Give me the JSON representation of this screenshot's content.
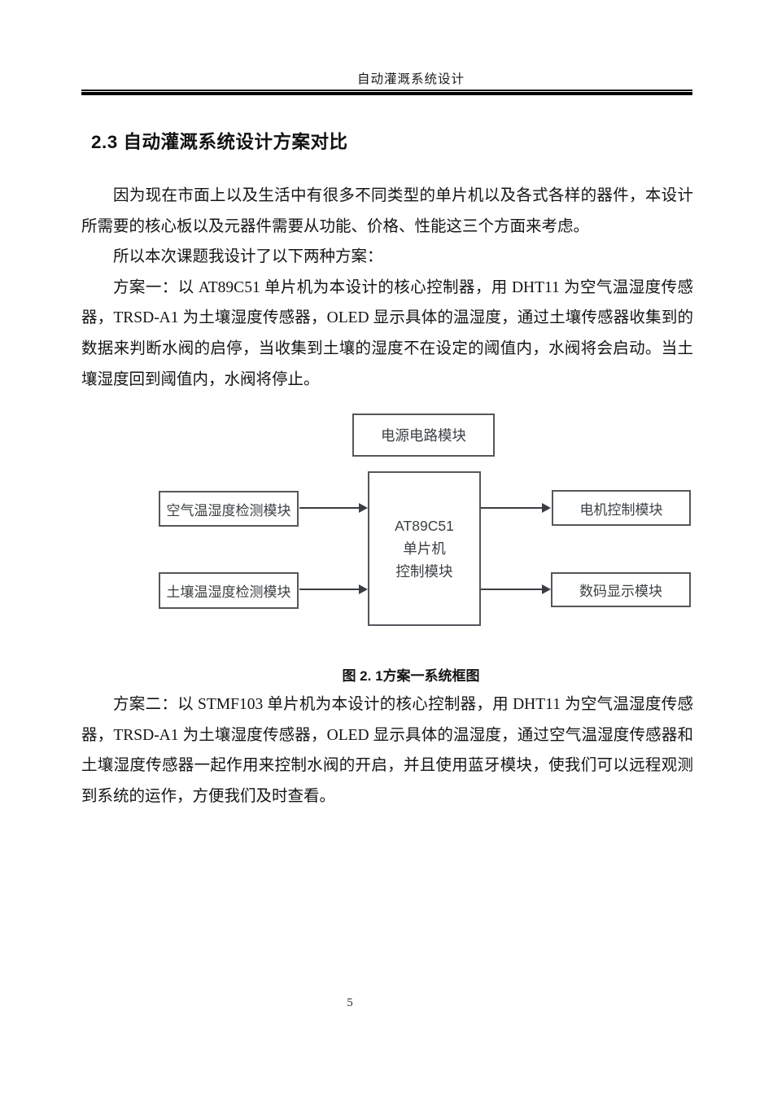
{
  "document": {
    "header": {
      "title": "自动灌溉系统设计"
    },
    "heading": "2.3 自动灌溉系统设计方案对比",
    "paragraphs": {
      "p1": "因为现在市面上以及生活中有很多不同类型的单片机以及各式各样的器件，本设计所需要的核心板以及元器件需要从功能、价格、性能这三个方面来考虑。",
      "p2": "所以本次课题我设计了以下两种方案：",
      "p3": "方案一：以 AT89C51 单片机为本设计的核心控制器，用 DHT11 为空气温湿度传感器，TRSD-A1 为土壤湿度传感器，OLED 显示具体的温湿度，通过土壤传感器收集到的数据来判断水阀的启停，当收集到土壤的湿度不在设定的阈值内，水阀将会启动。当土壤湿度回到阈值内，水阀将停止。",
      "p4": "方案二：以 STMF103 单片机为本设计的核心控制器，用 DHT11 为空气温湿度传感器，TRSD-A1 为土壤湿度传感器，OLED 显示具体的温湿度，通过空气温湿度传感器和土壤湿度传感器一起作用来控制水阀的开启，并且使用蓝牙模块，使我们可以远程观测到系统的运作，方便我们及时查看。"
    },
    "figure": {
      "caption": "图 2. 1方案一系统框图",
      "boxes": {
        "power": "电源电路模块",
        "mcu_line1": "AT89C51",
        "mcu_line2": "单片机",
        "mcu_line3": "控制模块",
        "air": "空气温湿度检测模块",
        "soil": "土壤温湿度检测模块",
        "motor": "电机控制模块",
        "display": "数码显示模块"
      },
      "colors": {
        "box_border": "#54575b",
        "box_text": "#3c4043",
        "arrow": "#3a3d41",
        "header_rule": "#000000"
      }
    },
    "footer": {
      "page_number": "5"
    }
  }
}
